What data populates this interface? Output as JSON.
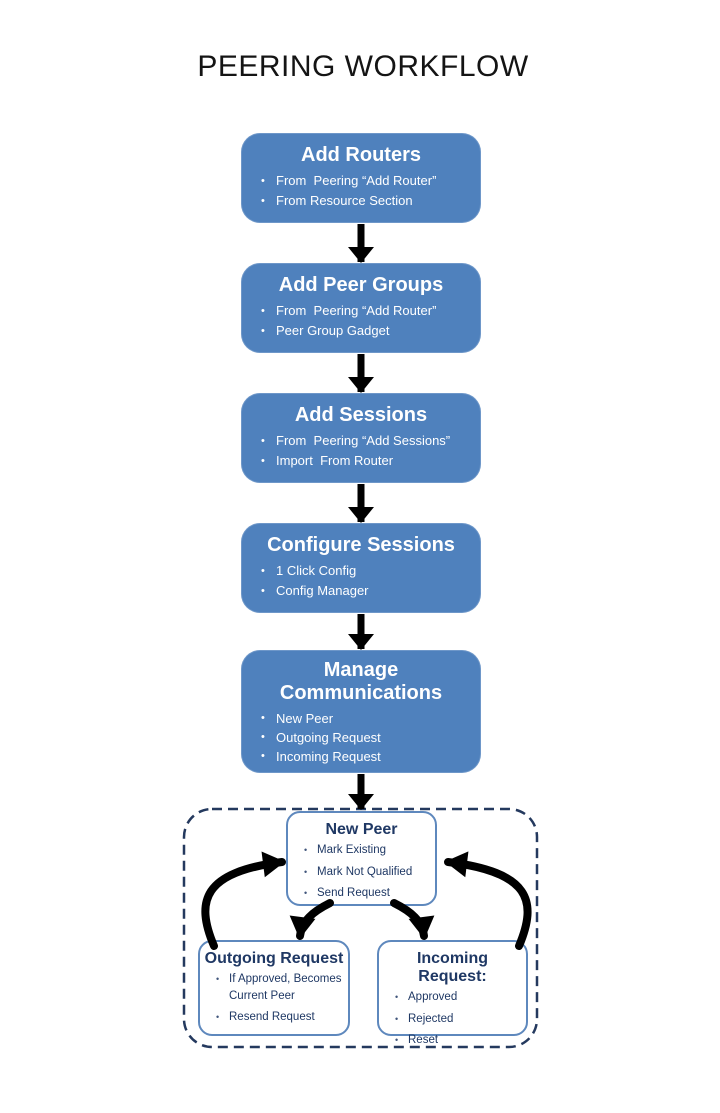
{
  "title": "PEERING WORKFLOW",
  "glyphs": {
    "bullet": "•"
  },
  "colors": {
    "box_fill": "#4F81BD",
    "box_text": "#FFFFFF",
    "navy_text": "#1F3864",
    "white_box_border": "#5E88BD",
    "dashed_border": "#24395E",
    "arrow": "#000000",
    "background": "#FFFFFF"
  },
  "flow_boxes": [
    {
      "title": "Add Routers",
      "bullets": [
        "From  Peering “Add Router”",
        "From Resource Section"
      ]
    },
    {
      "title": "Add Peer Groups",
      "bullets": [
        "From  Peering “Add Router”",
        "Peer Group Gadget"
      ]
    },
    {
      "title": "Add Sessions",
      "bullets": [
        "From  Peering “Add Sessions”",
        "Import  From Router"
      ]
    },
    {
      "title": "Configure Sessions",
      "bullets": [
        "1 Click Config",
        "Config Manager"
      ]
    },
    {
      "title": "Manage Communications",
      "bullets": [
        "New Peer",
        "Outgoing Request",
        "Incoming Request"
      ]
    }
  ],
  "cluster": {
    "new_peer": {
      "title": "New Peer",
      "bullets": [
        "Mark Existing",
        "Mark Not Qualified",
        "Send Request"
      ]
    },
    "outgoing": {
      "title": "Outgoing Request",
      "bullets": [
        "If Approved, Becomes Current Peer",
        "Resend Request"
      ]
    },
    "incoming": {
      "title": "Incoming Request:",
      "bullets": [
        "Approved",
        "Rejected",
        "Reset"
      ]
    }
  }
}
